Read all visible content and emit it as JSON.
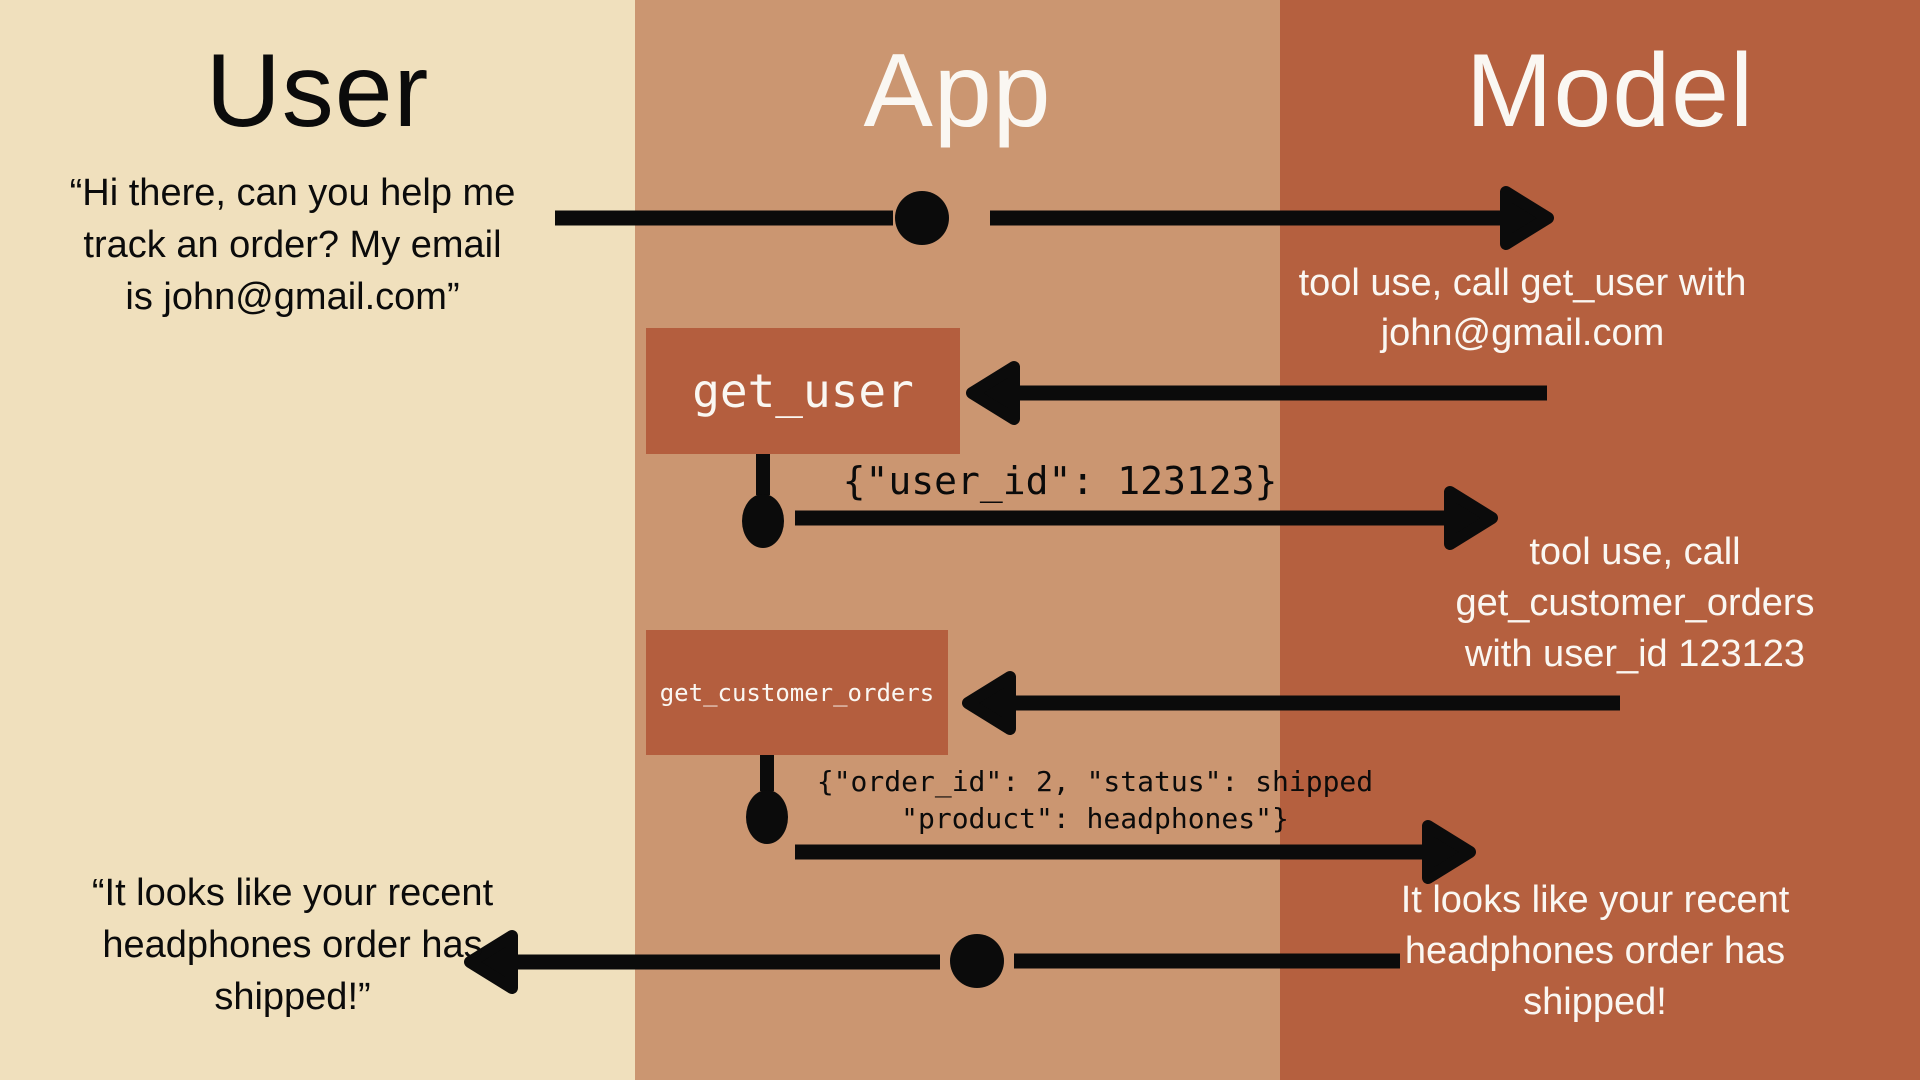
{
  "colors": {
    "lane-user": "#f0e0bd",
    "lane-app": "#cb9671",
    "lane-model": "#b5603f",
    "box": "#b45e3e",
    "ink": "#0b0b0b",
    "ink-light": "#faf7f2"
  },
  "lanes": [
    {
      "label": "User"
    },
    {
      "label": "App"
    },
    {
      "label": "Model"
    }
  ],
  "tools": [
    {
      "name": "get_user"
    },
    {
      "name": "get_customer_orders"
    }
  ],
  "texts": {
    "user_request": "“Hi there, can you help me\ntrack an order? My email\nis john@gmail.com”",
    "model_tool_call_1": "tool use, call get_user with\njohn@gmail.com",
    "tool_result_1": "{\"user_id\": 123123}",
    "model_tool_call_2": "tool use, call\nget_customer_orders\nwith user_id 123123",
    "tool_result_2": "{\"order_id\": 2, \"status\": shipped\n\"product\": headphones\"}",
    "user_reply": "“It looks like your recent\nheadphones order has\nshipped!”",
    "model_reply": "It looks like your recent\nheadphones order has\nshipped!"
  }
}
